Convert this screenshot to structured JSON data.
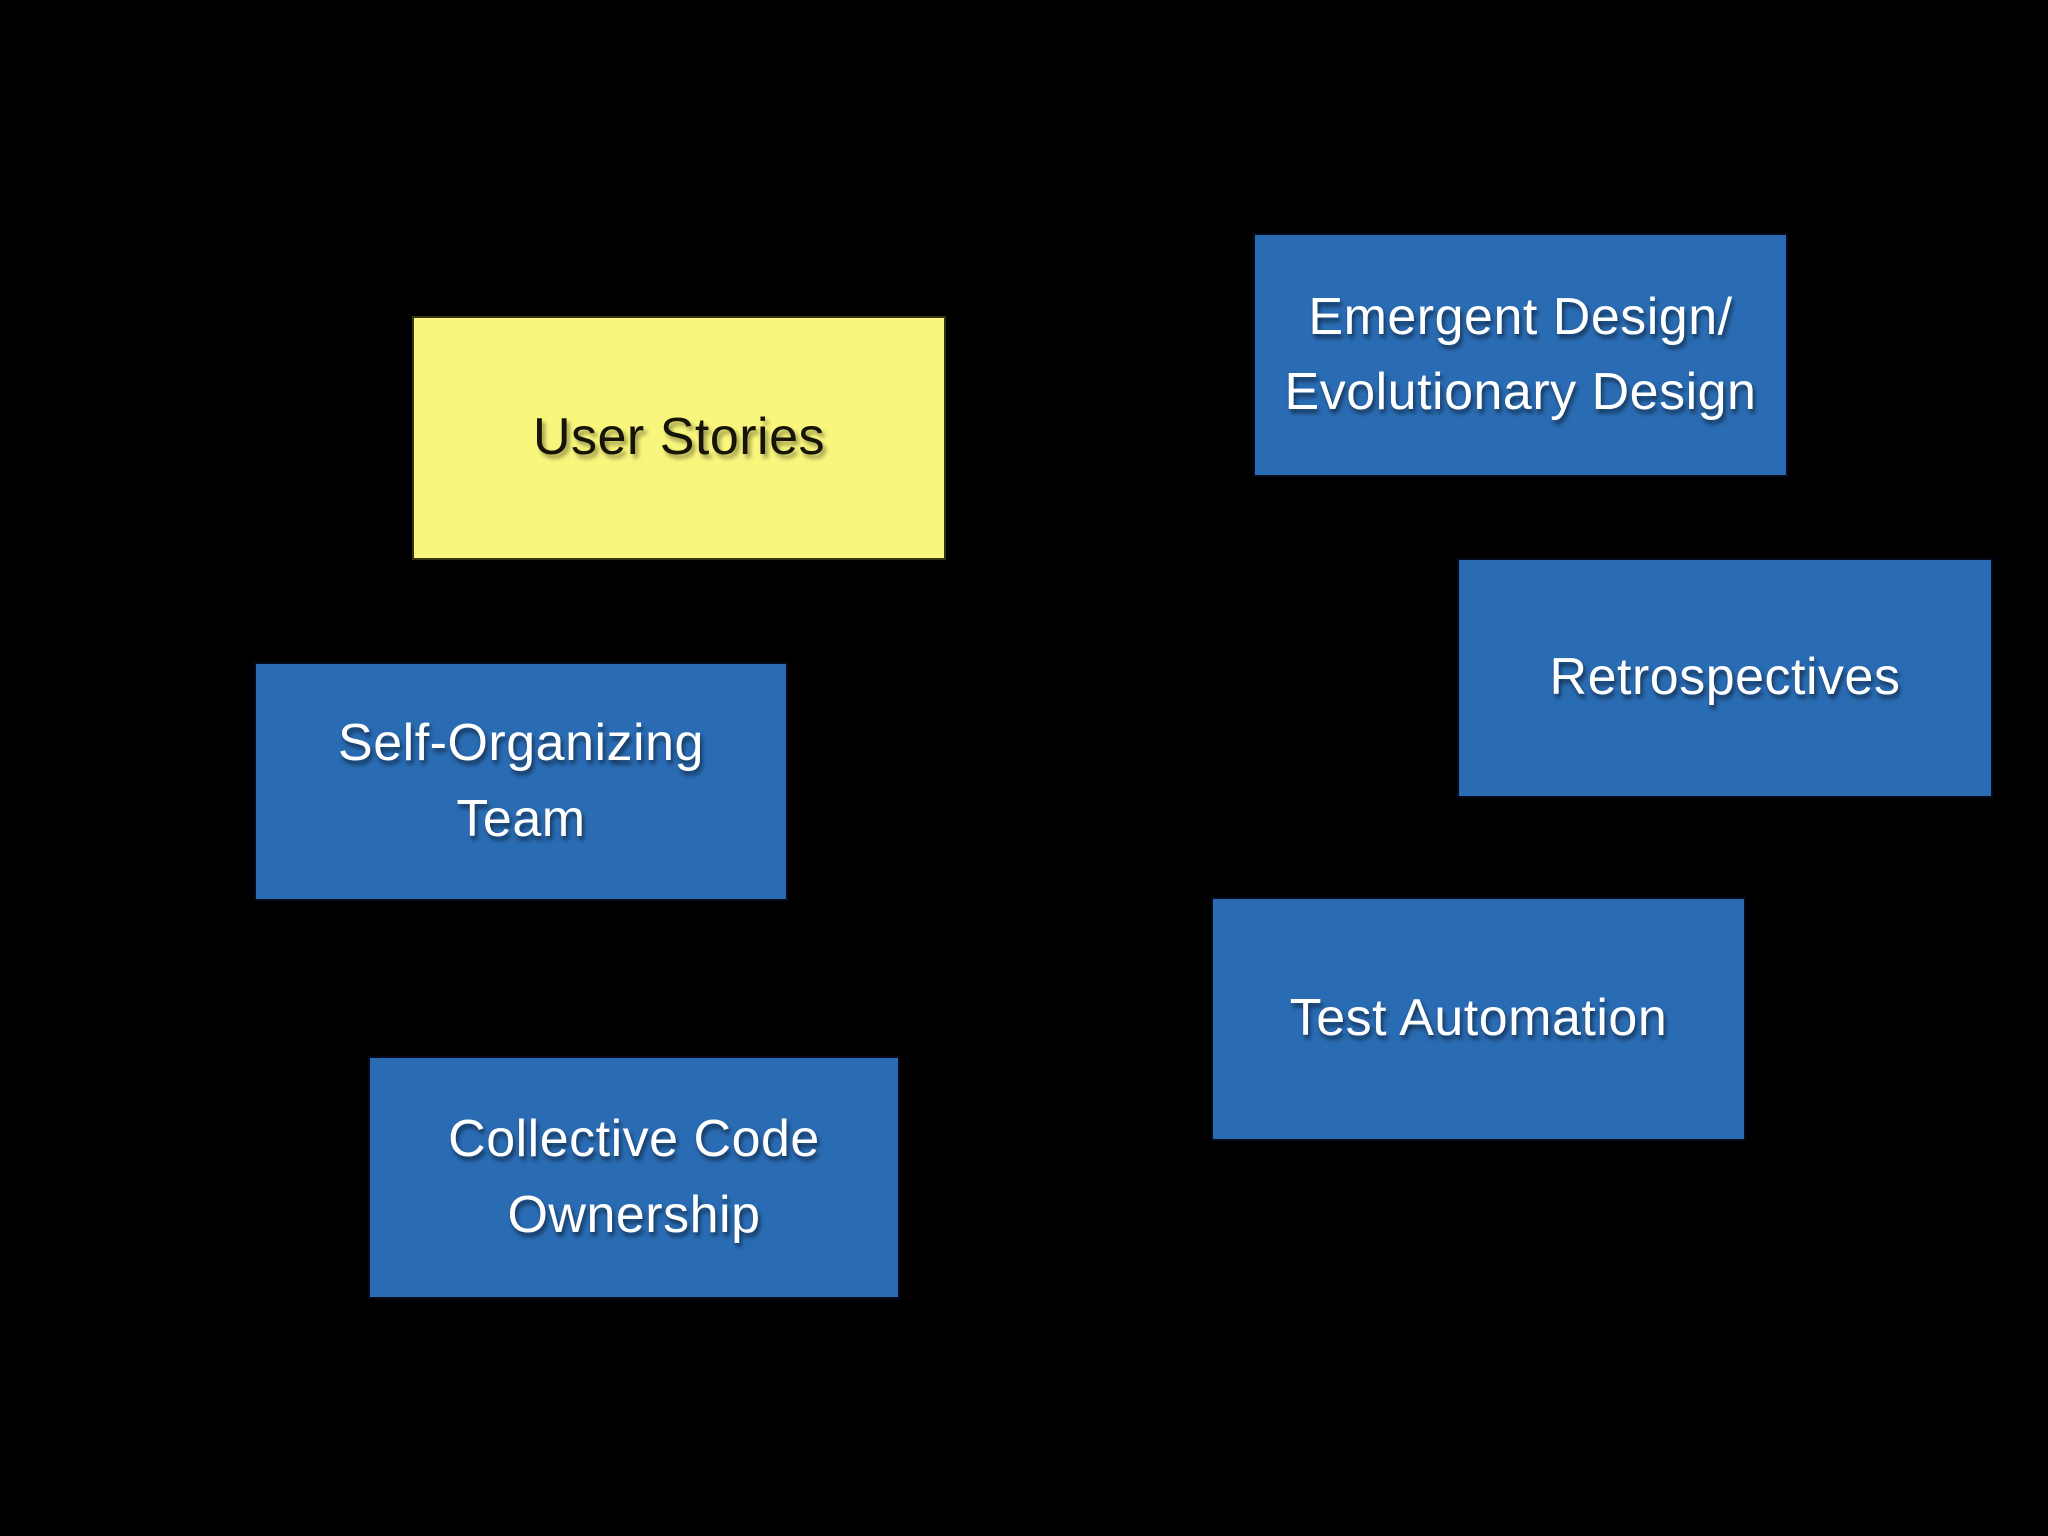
{
  "slide": {
    "background_color": "#000000",
    "highlight_color": "#F9F67D",
    "practice_color": "#2A6CB4",
    "boxes": [
      {
        "id": "user-stories",
        "label": "User Stories",
        "fill": "#F9F67D",
        "text_color": "#161408"
      },
      {
        "id": "emergent-evolutionary-design",
        "label": "Emergent Design/\nEvolutionary Design",
        "fill": "#2A6CB4",
        "text_color": "#FFFFFF"
      },
      {
        "id": "retrospectives",
        "label": "Retrospectives",
        "fill": "#2A6CB4",
        "text_color": "#FFFFFF"
      },
      {
        "id": "self-organizing-team",
        "label": "Self-Organizing Team",
        "fill": "#2A6CB4",
        "text_color": "#FFFFFF"
      },
      {
        "id": "test-automation",
        "label": "Test Automation",
        "fill": "#2A6CB4",
        "text_color": "#FFFFFF"
      },
      {
        "id": "collective-code-ownership",
        "label": "Collective Code\nOwnership",
        "fill": "#2A6CB4",
        "text_color": "#FFFFFF"
      }
    ]
  }
}
